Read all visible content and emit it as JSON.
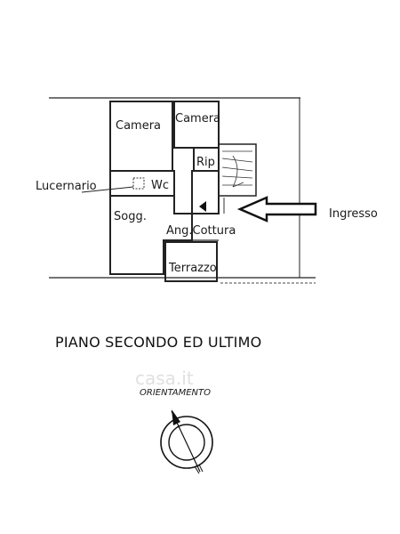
{
  "rooms": {
    "camera1": "Camera",
    "camera2": "Camera",
    "rip": "Rip",
    "wc": "Wc",
    "sogg": "Sogg.",
    "cottura": "Ang.Cottura",
    "terrazzo": "Terrazzo"
  },
  "labels": {
    "lucernario": "Lucernario",
    "ingresso": "Ingresso"
  },
  "floor_title": "PIANO SECONDO ED ULTIMO",
  "orientation": {
    "label": "ORIENTAMENTO"
  },
  "watermark": "casa.it"
}
